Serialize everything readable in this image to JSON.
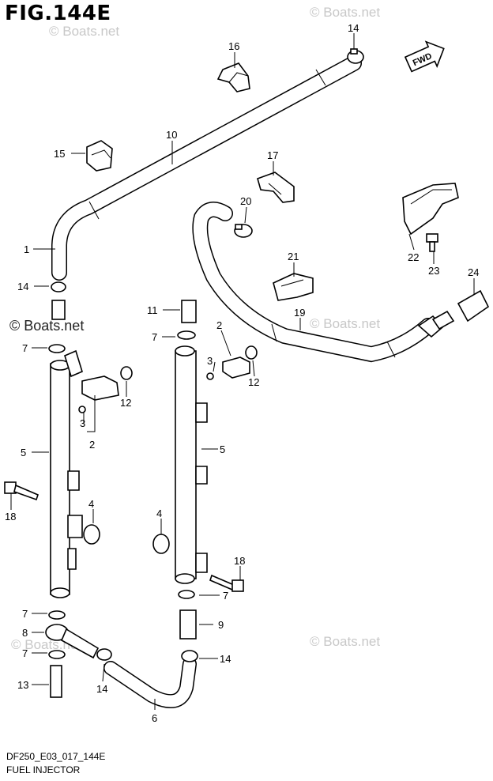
{
  "figure": {
    "title": "FIG.144E",
    "code": "DF250_E03_017_144E",
    "name": "FUEL INJECTOR"
  },
  "watermark": {
    "text": "© Boats.net"
  },
  "direction_badge": {
    "label": "FWD",
    "icon": "arrow-right-icon"
  },
  "callouts": {
    "c1": "1",
    "c2a": "2",
    "c2b": "2",
    "c3a": "3",
    "c3b": "3",
    "c4a": "4",
    "c4b": "4",
    "c5a": "5",
    "c5b": "5",
    "c6": "6",
    "c7a": "7",
    "c7b": "7",
    "c7c": "7",
    "c7d": "7",
    "c7e": "7",
    "c8": "8",
    "c9": "9",
    "c10": "10",
    "c11": "11",
    "c12a": "12",
    "c12b": "12",
    "c13": "13",
    "c14a": "14",
    "c14b": "14",
    "c14c": "14",
    "c14d": "14",
    "c15": "15",
    "c16": "16",
    "c17": "17",
    "c18a": "18",
    "c18b": "18",
    "c19": "19",
    "c20": "20",
    "c21": "21",
    "c22": "22",
    "c23": "23",
    "c24": "24"
  }
}
